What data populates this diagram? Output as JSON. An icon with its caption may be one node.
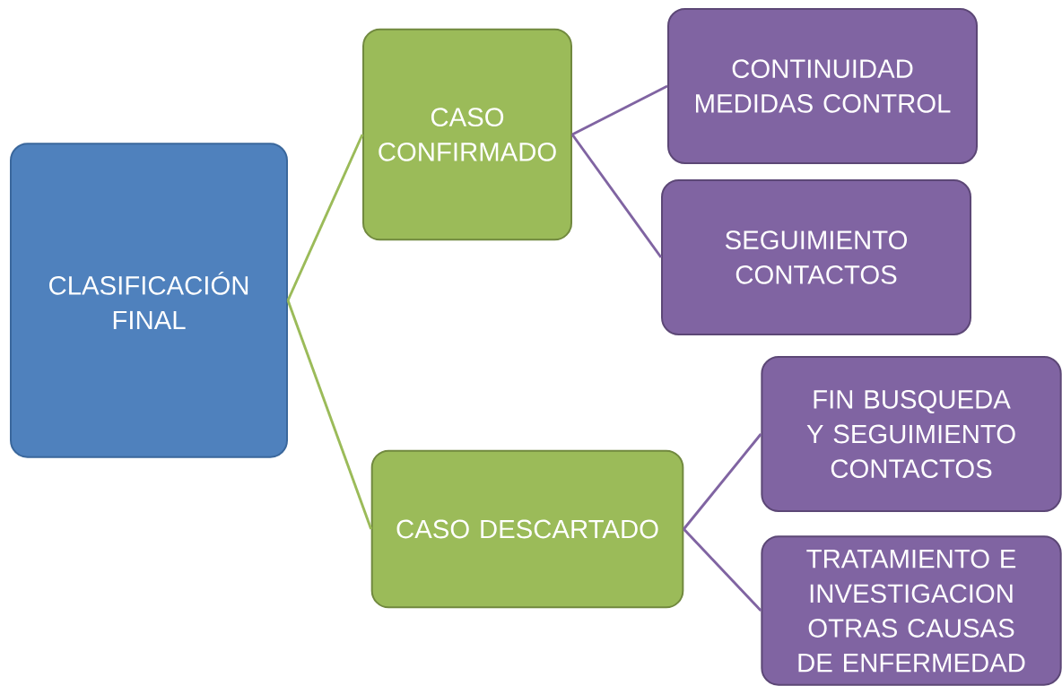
{
  "diagram": {
    "nodes": [
      {
        "text": [
          "CLASIFICACIÓN FINAL"
        ]
      },
      {
        "text": [
          "CASO CONFIRMADO"
        ]
      },
      {
        "text": [
          "CASO DESCARTADO"
        ]
      },
      {
        "text": [
          "CONTINUIDAD MEDIDAS CONTROL"
        ]
      },
      {
        "text": [
          "SEGUIMIENTO CONTACTOS"
        ]
      },
      {
        "text": [
          "FIN BUSQUEDA Y SEGUIMIENTO CONTACTOS"
        ]
      },
      {
        "text": [
          "TRATAMIENTO E INVESTIGACION OTRAS CAUSAS DE ENFERMEDAD"
        ]
      }
    ],
    "edges": [
      {
        "from": 0,
        "to": 1,
        "arrow": "none",
        "color": "#9bbb59"
      },
      {
        "from": 0,
        "to": 2,
        "arrow": "none",
        "color": "#9bbb59"
      },
      {
        "from": 1,
        "to": 3,
        "arrow": "none"
      },
      {
        "from": 1,
        "to": 4,
        "arrow": "none"
      },
      {
        "from": 2,
        "to": 5,
        "arrow": "none"
      },
      {
        "from": 2,
        "to": 6,
        "arrow": "none"
      }
    ]
  }
}
